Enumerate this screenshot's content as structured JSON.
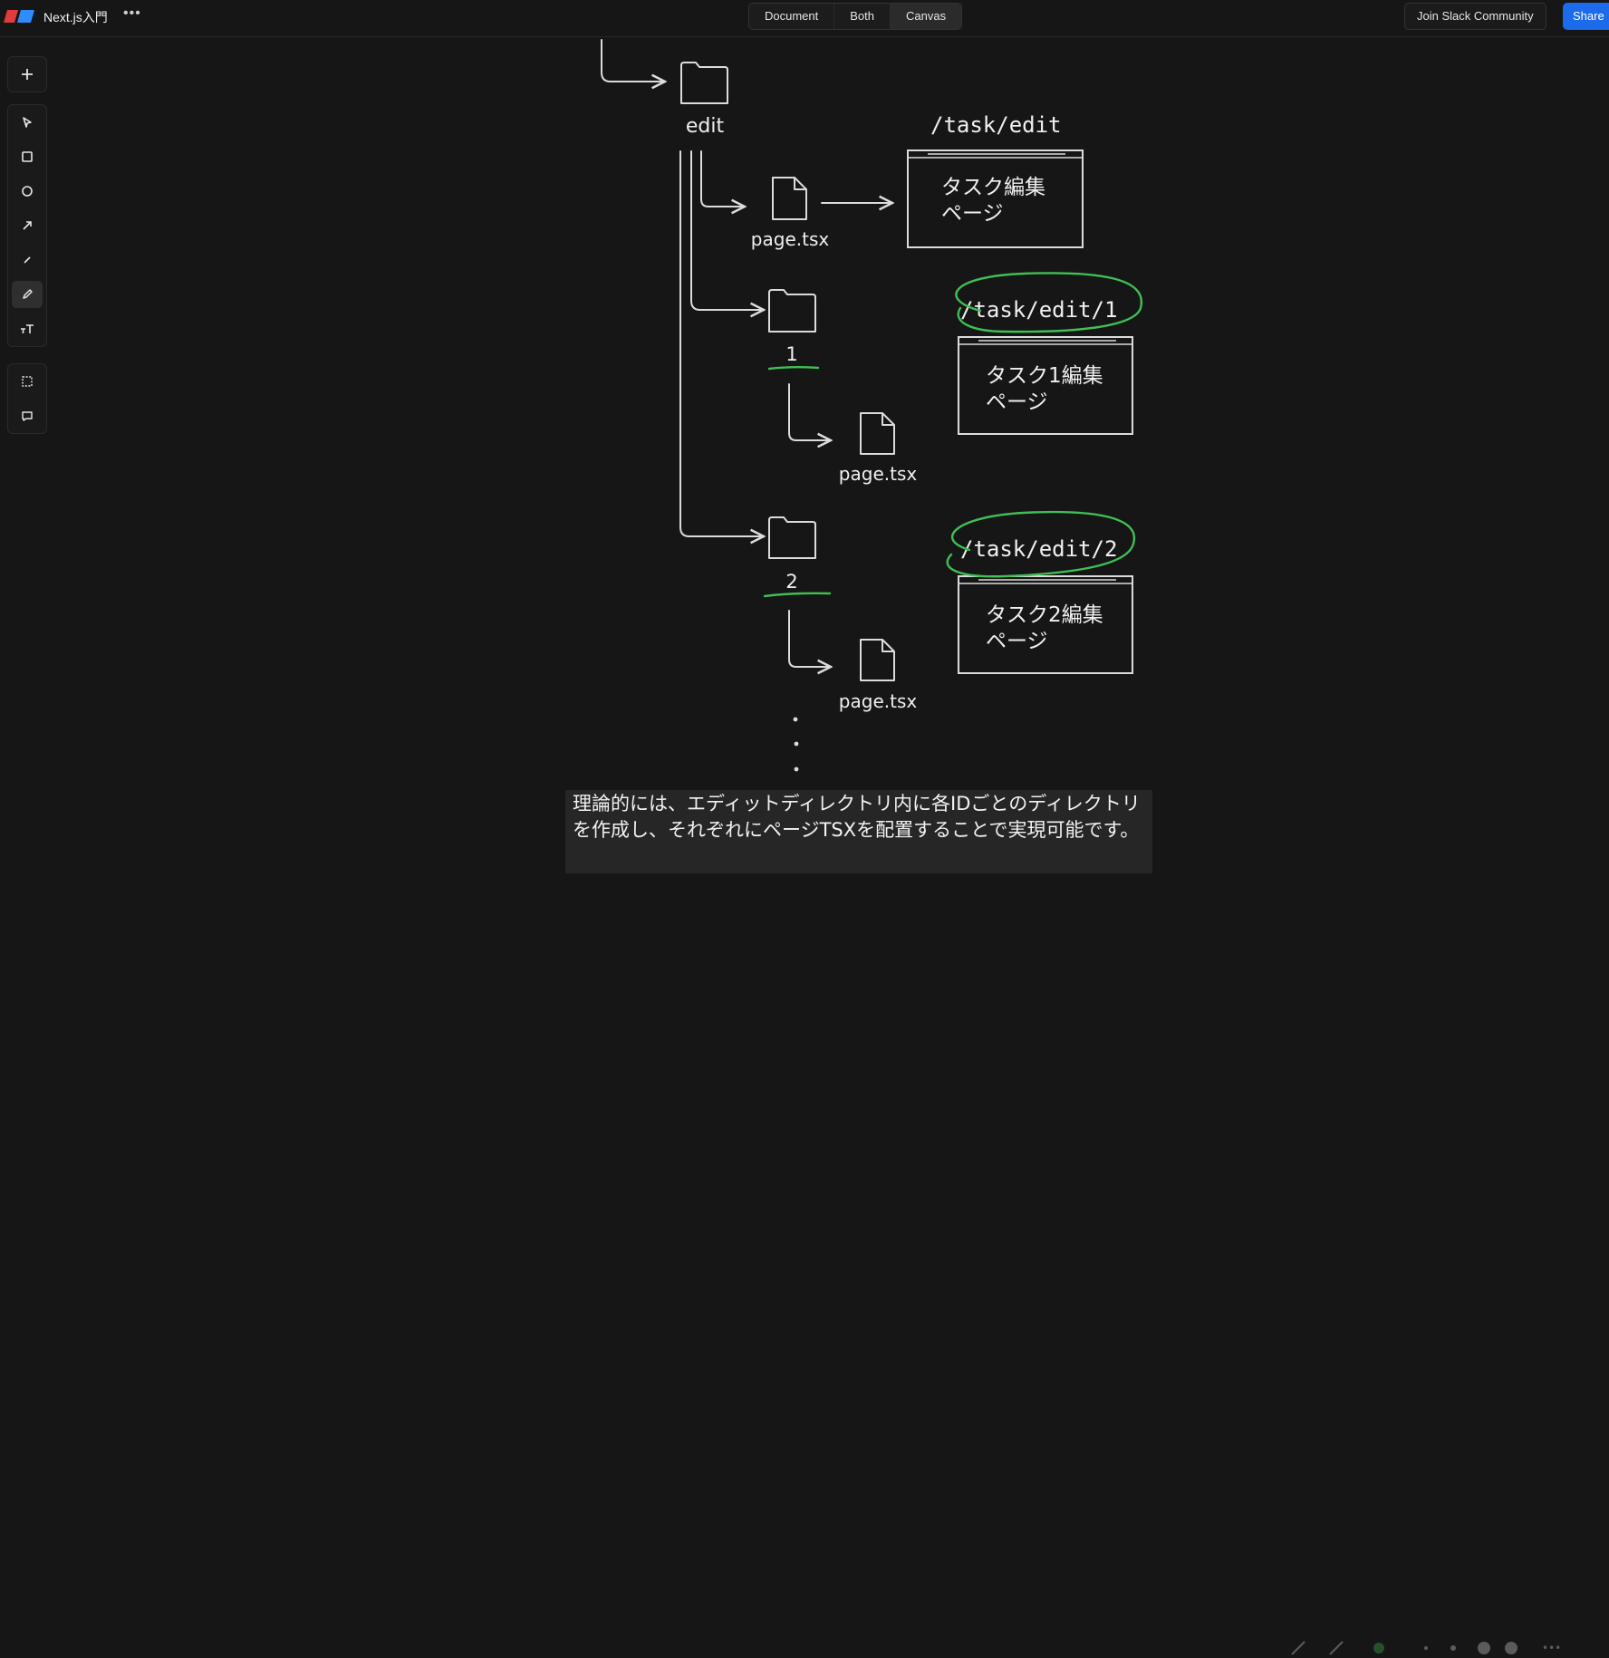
{
  "header": {
    "doc_title": "Next.js入門",
    "more_icon": "ellipsis-icon",
    "view_modes": [
      "Document",
      "Both",
      "Canvas"
    ],
    "active_view": "Canvas",
    "join_label": "Join Slack Community",
    "share_label": "Share"
  },
  "toolbar": {
    "top_tool": "plus-icon",
    "tools": [
      "select-arrow-icon",
      "rectangle-icon",
      "ellipse-icon",
      "arrow-icon",
      "line-icon",
      "pencil-icon",
      "text-icon"
    ],
    "active_tool": "pencil-icon",
    "bottom_tools": [
      "frame-icon",
      "comment-icon"
    ]
  },
  "diagram": {
    "edit_folder_label": "edit",
    "edit_page_file": "page.tsx",
    "edit_route": "/task/edit",
    "edit_page_title": [
      "タスク編集",
      "ページ"
    ],
    "folder_1_label": "1",
    "folder_1_page_file": "page.tsx",
    "route_1": "/task/edit/1",
    "page_1_title": [
      "タスク1編集",
      "ページ"
    ],
    "folder_2_label": "2",
    "folder_2_page_file": "page.tsx",
    "route_2": "/task/edit/2",
    "page_2_title": [
      "タスク2編集",
      "ページ"
    ],
    "highlight_color": "#3fbf55"
  },
  "subtitle": {
    "text": "理論的には、エディットディレクトリ内に各IDごとのディレクトリを作成し、それぞれにページTSXを配置することで実現可能です。"
  }
}
